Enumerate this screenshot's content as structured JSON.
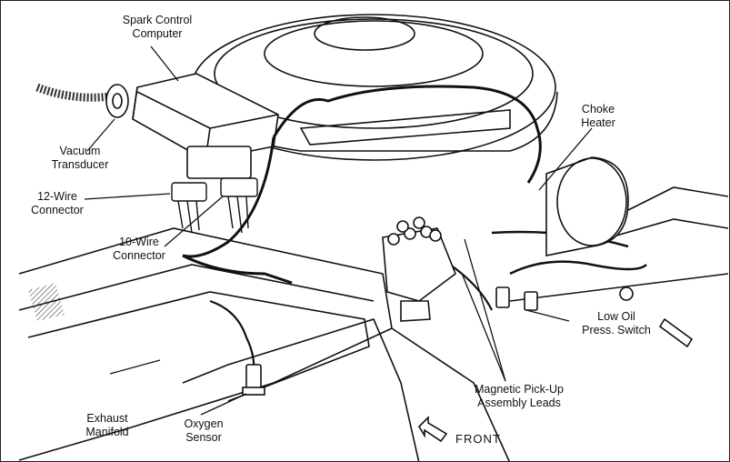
{
  "labels": {
    "spark_control_computer": [
      "Spark Control",
      "Computer"
    ],
    "vacuum_transducer": [
      "Vacuum",
      "Transducer"
    ],
    "twelve_wire_connector": [
      "12-Wire",
      "Connector"
    ],
    "ten_wire_connector": [
      "10-Wire",
      "Connector"
    ],
    "exhaust_manifold": [
      "Exhaust",
      "Manifold"
    ],
    "oxygen_sensor": [
      "Oxygen",
      "Sensor"
    ],
    "choke_heater": [
      "Choke",
      "Heater"
    ],
    "low_oil_press_switch": [
      "Low Oil",
      "Press. Switch"
    ],
    "magnetic_pickup_leads": [
      "Magnetic Pick-Up",
      "Assembly Leads"
    ],
    "front": "FRONT"
  },
  "colors": {
    "ink": "#111111",
    "paper": "#ffffff",
    "shade": "#d9d9d9"
  }
}
